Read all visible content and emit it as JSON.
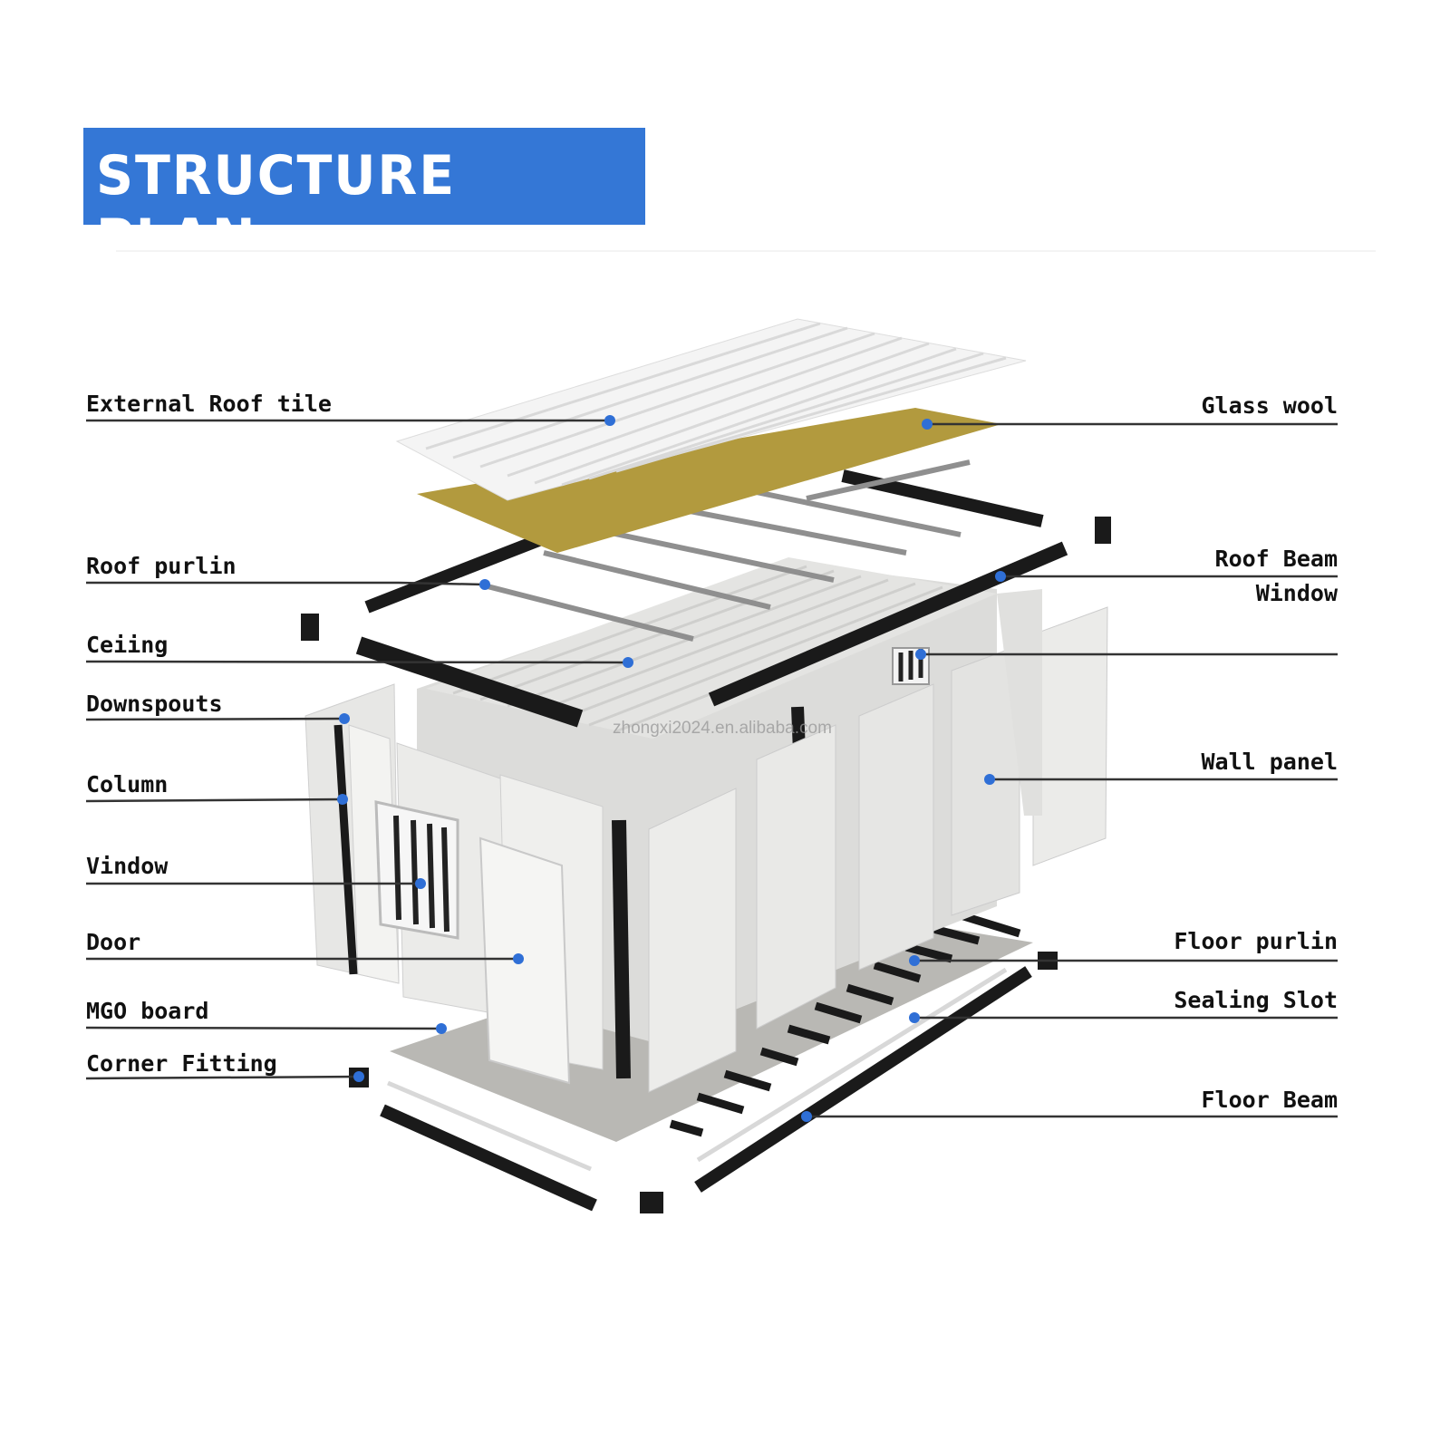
{
  "title": "STRUCTURE PLAN",
  "watermark": "zhongxi2024.en.alibaba.com",
  "colors": {
    "accent": "#3477d6",
    "dot": "#2f6fd6",
    "glass_wool": "#b29a3e",
    "beam": "#1a1a1a"
  },
  "labels_left": [
    {
      "text": "External Roof tile"
    },
    {
      "text": "Roof purlin"
    },
    {
      "text": "Ceiing"
    },
    {
      "text": "Downspouts"
    },
    {
      "text": "Column"
    },
    {
      "text": "Vindow"
    },
    {
      "text": "Door"
    },
    {
      "text": "MGO board"
    },
    {
      "text": "Corner Fitting"
    }
  ],
  "labels_right": [
    {
      "text": "Glass wool"
    },
    {
      "text": "Roof Beam"
    },
    {
      "text": "Window"
    },
    {
      "text": "Wall panel"
    },
    {
      "text": "Floor purlin"
    },
    {
      "text": "Sealing Slot"
    },
    {
      "text": "Floor Beam"
    }
  ]
}
